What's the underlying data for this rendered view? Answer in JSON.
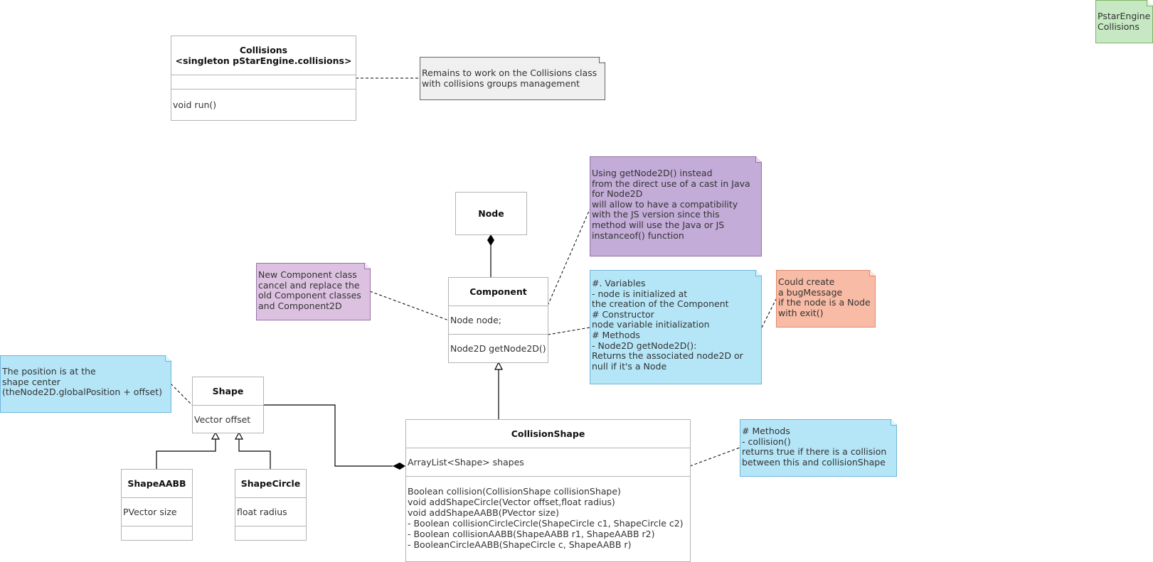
{
  "diagram": {
    "colors": {
      "border": "#b3b3b3",
      "note_gray": "#f0f0f0",
      "note_purple": "#c3acd8",
      "note_lilac": "#dcc2e0",
      "note_blue": "#b5e6f8",
      "note_salmon": "#f8bba6",
      "note_green": "#c6e8c2"
    },
    "classes": {
      "collisions": {
        "name_line1": "Collisions",
        "name_line2": "<singleton pStarEngine.collisions>",
        "attributes": "",
        "methods": [
          "void run()"
        ]
      },
      "node": {
        "name": "Node"
      },
      "component": {
        "name": "Component",
        "attributes": [
          "Node node;"
        ],
        "methods": [
          "Node2D getNode2D()"
        ]
      },
      "shape": {
        "name": "Shape",
        "attributes": [
          "Vector offset"
        ]
      },
      "shape_aabb": {
        "name": "ShapeAABB",
        "attributes": [
          "PVector size"
        ],
        "methods": []
      },
      "shape_circle": {
        "name": "ShapeCircle",
        "attributes": [
          "float radius"
        ],
        "methods": []
      },
      "collision_shape": {
        "name": "CollisionShape",
        "attributes": [
          "ArrayList<Shape> shapes"
        ],
        "methods": [
          "Boolean collision(CollisionShape collisionShape)",
          "void addShapeCircle(Vector offset,float radius)",
          "void addShapeAABB(PVector size)",
          "- Boolean collisionCircleCircle(ShapeCircle c1, ShapeCircle c2)",
          "- Boolean collisionAABB(ShapeAABB r1, ShapeAABB r2)",
          "- BooleanCircleAABB(ShapeCircle c, ShapeAABB r)"
        ]
      }
    },
    "notes": {
      "pstar_engine": [
        "PstarEngine",
        "Collisions"
      ],
      "collisions_todo": [
        "Remains to work on the Collisions class",
        "with collisions groups management"
      ],
      "getnode2d": [
        "Using getNode2D() instead",
        "from the direct use of a cast in Java",
        "for Node2D",
        "will allow to have a compatibility",
        "with the JS version since this",
        "method will use the Java or JS",
        "instanceof() function"
      ],
      "new_component": [
        "New Component class",
        "cancel and replace the",
        "old Component classes",
        "and Component2D"
      ],
      "component_doc": [
        "#. Variables",
        "- node is initialized at",
        "the creation of the Component",
        "# Constructor",
        "node variable initialization",
        "# Methods",
        "- Node2D getNode2D():",
        "Returns the associated node2D or",
        "null if it's a Node"
      ],
      "bug_message": [
        "Could create",
        "a bugMessage",
        "if the node is a Node",
        "with exit()"
      ],
      "shape_position": [
        "The position is at the",
        "shape center",
        "(theNode2D.globalPosition + offset)"
      ],
      "collision_doc": [
        "# Methods",
        "- collision()",
        "returns true if there is a collision",
        "between this and collisionShape"
      ]
    }
  }
}
